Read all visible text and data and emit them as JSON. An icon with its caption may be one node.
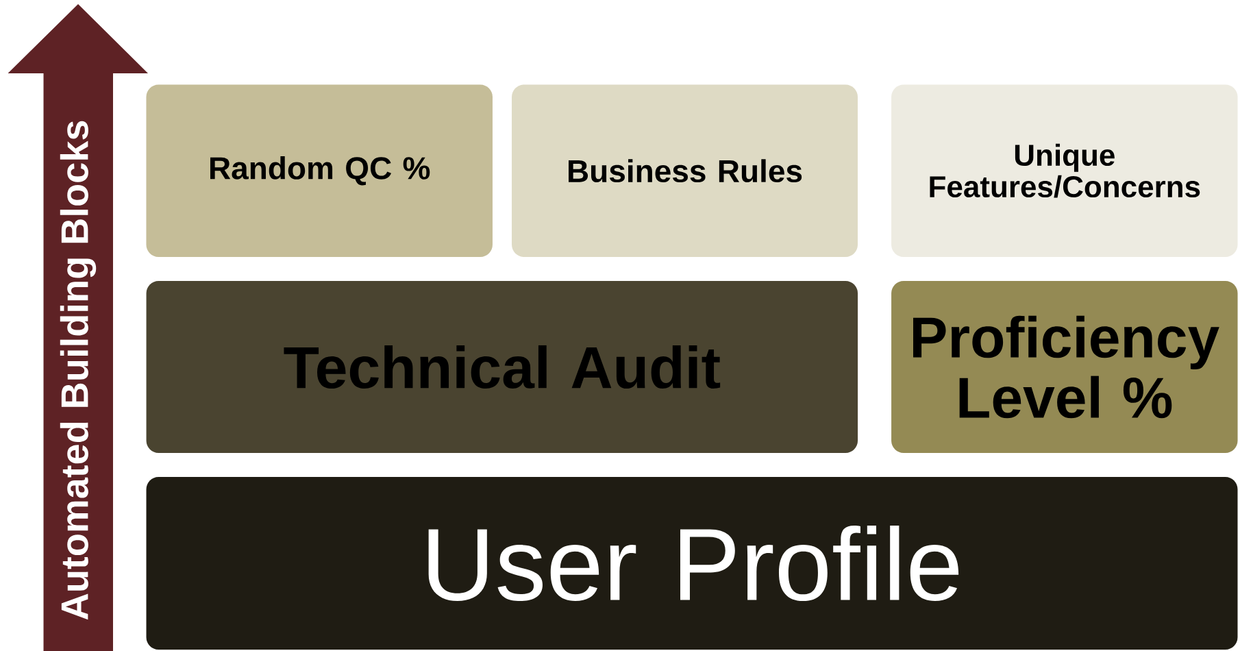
{
  "diagram": {
    "nodes": [
      {
        "text": [
          "Automated Building Blocks"
        ]
      },
      {
        "text": [
          "Random QC %"
        ]
      },
      {
        "text": [
          "Business Rules"
        ]
      },
      {
        "text": [
          "Unique Features/Concerns"
        ]
      },
      {
        "text": [
          "Technical Audit"
        ]
      },
      {
        "text": [
          "Proficiency Level %"
        ]
      },
      {
        "text": [
          "User Profile"
        ]
      }
    ]
  }
}
